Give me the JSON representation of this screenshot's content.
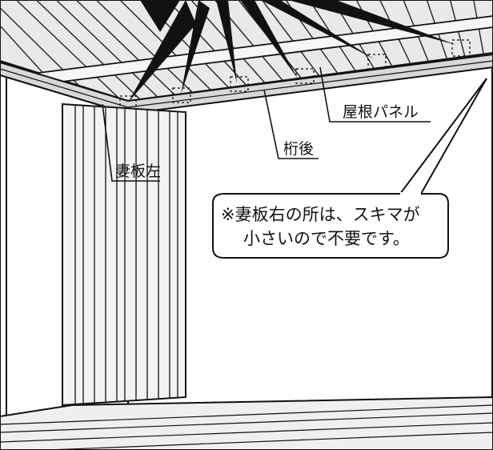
{
  "labels": {
    "yane_panel": "屋根パネル",
    "ketagoshi": "桁後",
    "tsumaita_hidari": "妻板左"
  },
  "note": {
    "line1": "※妻板右の所は、スキマが",
    "line2": "小さいので不要です。"
  },
  "colors": {
    "ink": "#111111",
    "paper": "#ffffff",
    "roof_light": "#e6e6e6",
    "panel_fill": "#f2f2f2"
  }
}
